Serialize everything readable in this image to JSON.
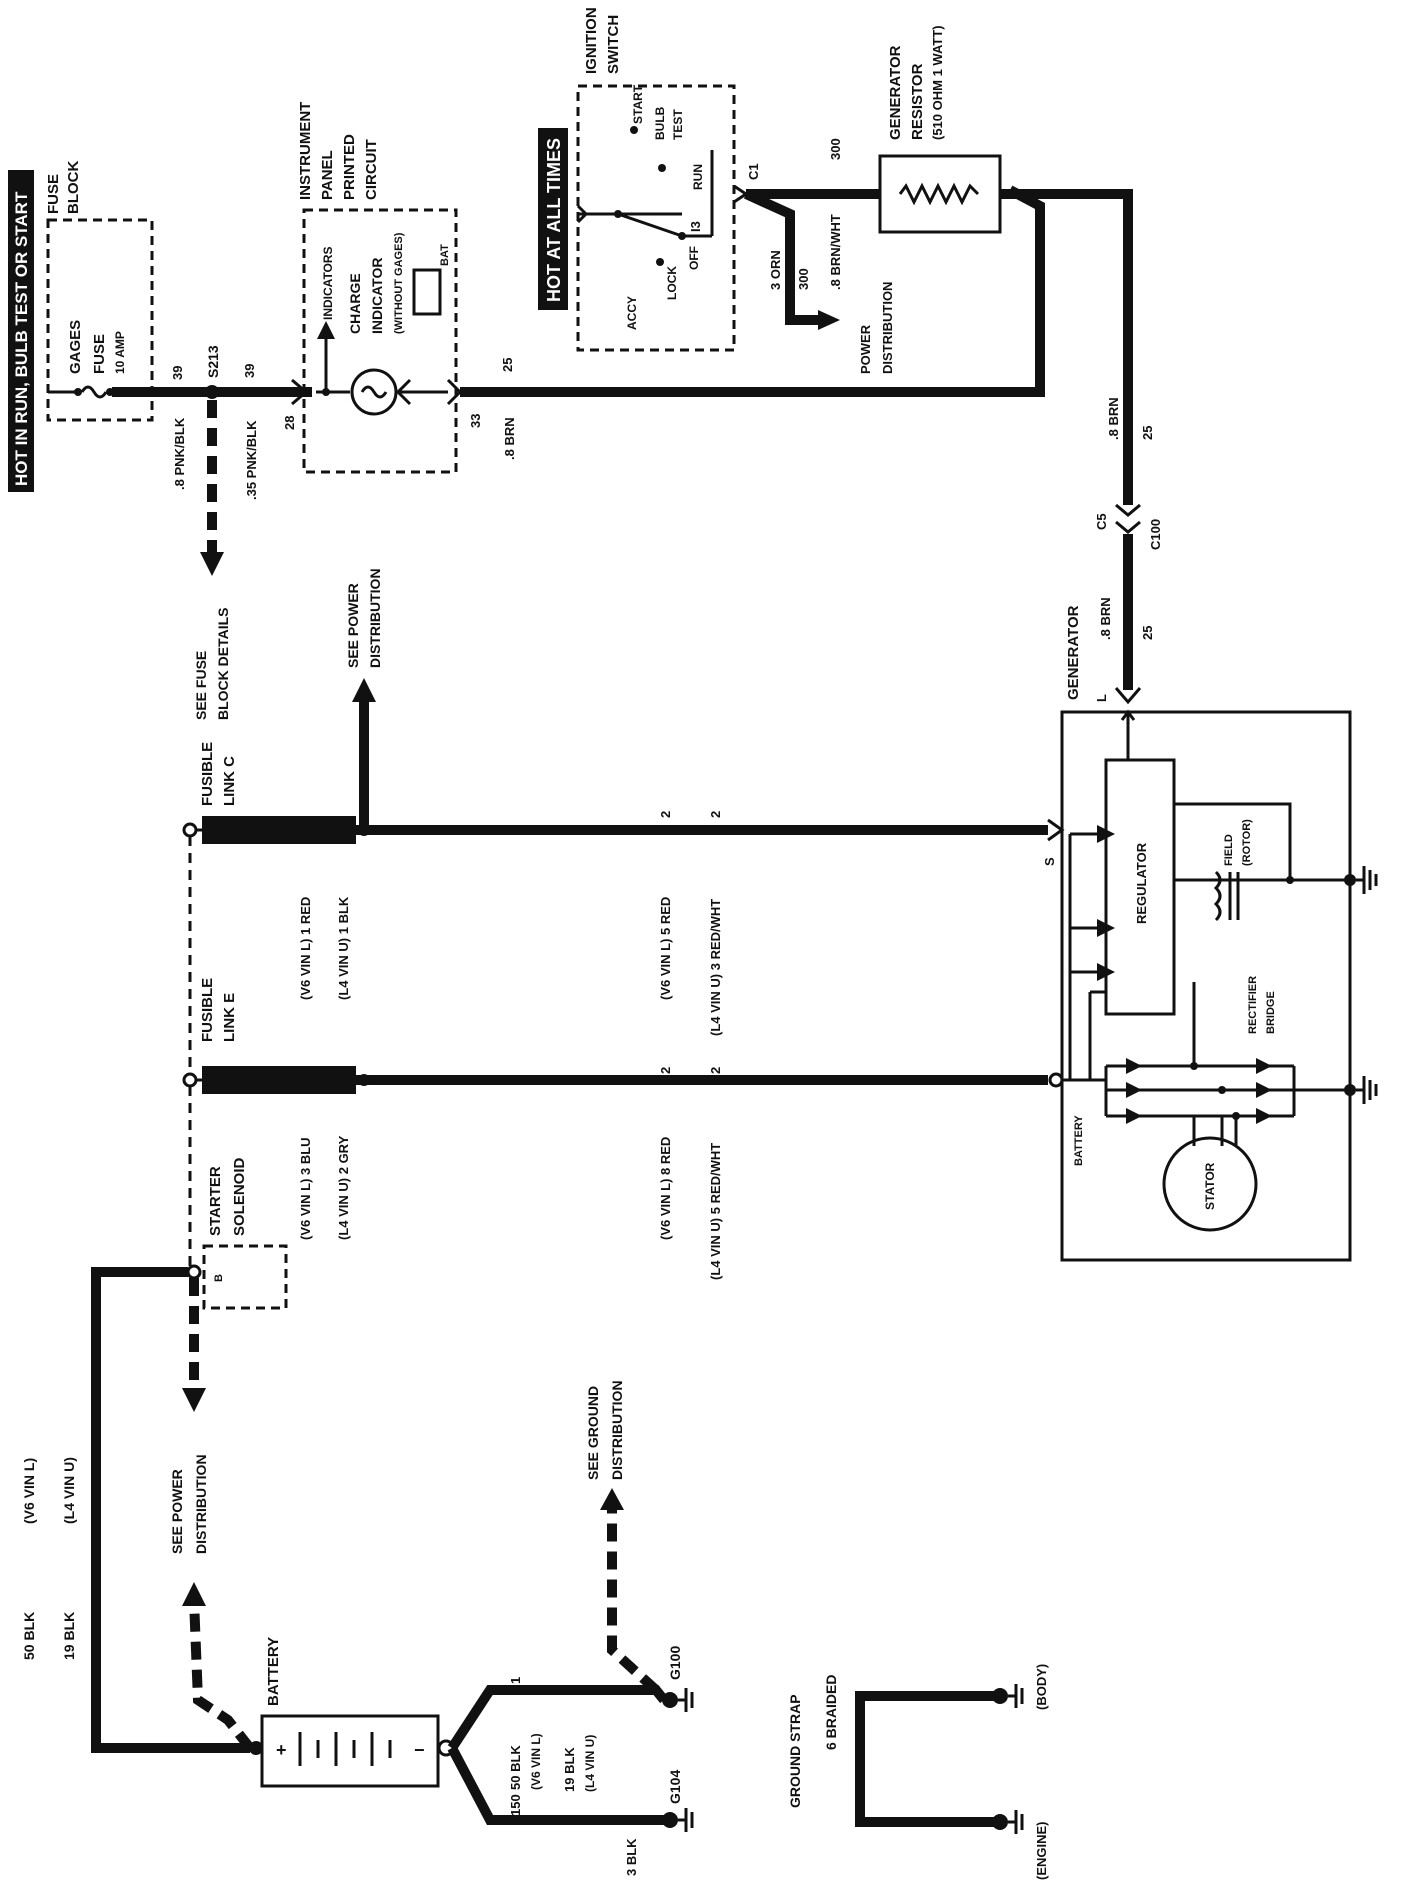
{
  "banner_hot_in_run": "HOT IN RUN, BULB TEST OR START",
  "banner_hot_at_all_times": "HOT AT ALL TIMES",
  "fuse_block": {
    "title_1": "FUSE",
    "title_2": "BLOCK",
    "gages": "GAGES",
    "fuse": "FUSE",
    "amp": "10 AMP",
    "circuit": "39"
  },
  "splice_s213": {
    "name": "S213",
    "circuit": "39",
    "wire_a": ".8 PNK/BLK",
    "wire_b": ".35 PNK/BLK",
    "see_fuse_1": "SEE FUSE",
    "see_fuse_2": "BLOCK DETAILS"
  },
  "instrument_panel": {
    "title_1": "INSTRUMENT",
    "title_2": "PANEL",
    "title_3": "PRINTED",
    "title_4": "CIRCUIT",
    "indicators": "INDICATORS",
    "charge": "CHARGE",
    "indicator": "INDICATOR",
    "without_gages": "(WITHOUT GAGES)",
    "bat": "BAT",
    "pin_28": "28",
    "pin_33": "33",
    "wire_brn": ".8 BRN",
    "circuit_25": "25"
  },
  "ignition_switch": {
    "title_1": "IGNITION",
    "title_2": "SWITCH",
    "start": "START",
    "bulb": "BULB",
    "test": "TEST",
    "run": "RUN",
    "off": "OFF",
    "lock": "LOCK",
    "accy": "ACCY",
    "c1": "C1",
    "i3": "I3",
    "wire_orn": "3 ORN",
    "wire_brnwht": ".8 BRN/WHT",
    "circuit_300_a": "300",
    "circuit_300_b": "300",
    "power_1": "POWER",
    "power_2": "DISTRIBUTION"
  },
  "generator_resistor": {
    "title_1": "GENERATOR",
    "title_2": "RESISTOR",
    "title_3": "(510 OHM 1 WATT)"
  },
  "connector_c100": {
    "c5": "C5",
    "c100": "C100",
    "wire_1": ".8 BRN",
    "circuit_1": "25",
    "wire_2": ".8 BRN",
    "circuit_2": "25"
  },
  "see_power_top": {
    "line_1": "SEE POWER",
    "line_2": "DISTRIBUTION"
  },
  "fusible_link_c": {
    "title_1": "FUSIBLE",
    "title_2": "LINK C",
    "v6": "(V6 VIN L) 1 RED",
    "l4": "(L4 VIN U) 1 BLK",
    "wire_v6": "(V6 VIN L) 5 RED",
    "wire_l4": "(L4 VIN U) 3 RED/WHT",
    "circuit_a": "2",
    "circuit_b": "2"
  },
  "fusible_link_e": {
    "title_1": "FUSIBLE",
    "title_2": "LINK E",
    "v6": "(V6 VIN L) 3 BLU",
    "l4": "(L4 VIN U) 2 GRY",
    "wire_v6": "(V6 VIN L) 8 RED",
    "wire_l4": "(L4 VIN U) 5 RED/WHT",
    "circuit_a": "2",
    "circuit_b": "2"
  },
  "generator": {
    "title": "GENERATOR",
    "terminal_l": "L",
    "terminal_s": "S",
    "regulator": "REGULATOR",
    "field_1": "FIELD",
    "field_2": "(ROTOR)",
    "rectifier_1": "RECTIFIER",
    "rectifier_2": "BRIDGE",
    "battery": "BATTERY",
    "stator": "STATOR"
  },
  "starter_solenoid": {
    "title_1": "STARTER",
    "title_2": "SOLENOID",
    "terminal_b": "B",
    "see_power_1": "SEE POWER",
    "see_power_2": "DISTRIBUTION"
  },
  "battery_cable": {
    "gauge_v6": "50 BLK",
    "gauge_l4": "19 BLK",
    "note_v6": "(V6 VIN L)",
    "note_l4": "(L4 VIN U)"
  },
  "battery": {
    "title": "BATTERY",
    "plus": "+",
    "minus": "−"
  },
  "ground": {
    "see_ground_1": "SEE GROUND",
    "see_ground_2": "DISTRIBUTION",
    "g100": "G100",
    "g104": "G104",
    "circuit_1": "1",
    "circuit_150": "150",
    "wire_v6": "50 BLK",
    "note_v6": "(V6 VIN L)",
    "wire_l4": "19 BLK",
    "note_l4": "(L4 VIN U)",
    "wire_3": "3 BLK"
  },
  "ground_strap": {
    "title": "GROUND STRAP",
    "braided": "6 BRAIDED",
    "engine": "(ENGINE)",
    "body": "(BODY)"
  }
}
